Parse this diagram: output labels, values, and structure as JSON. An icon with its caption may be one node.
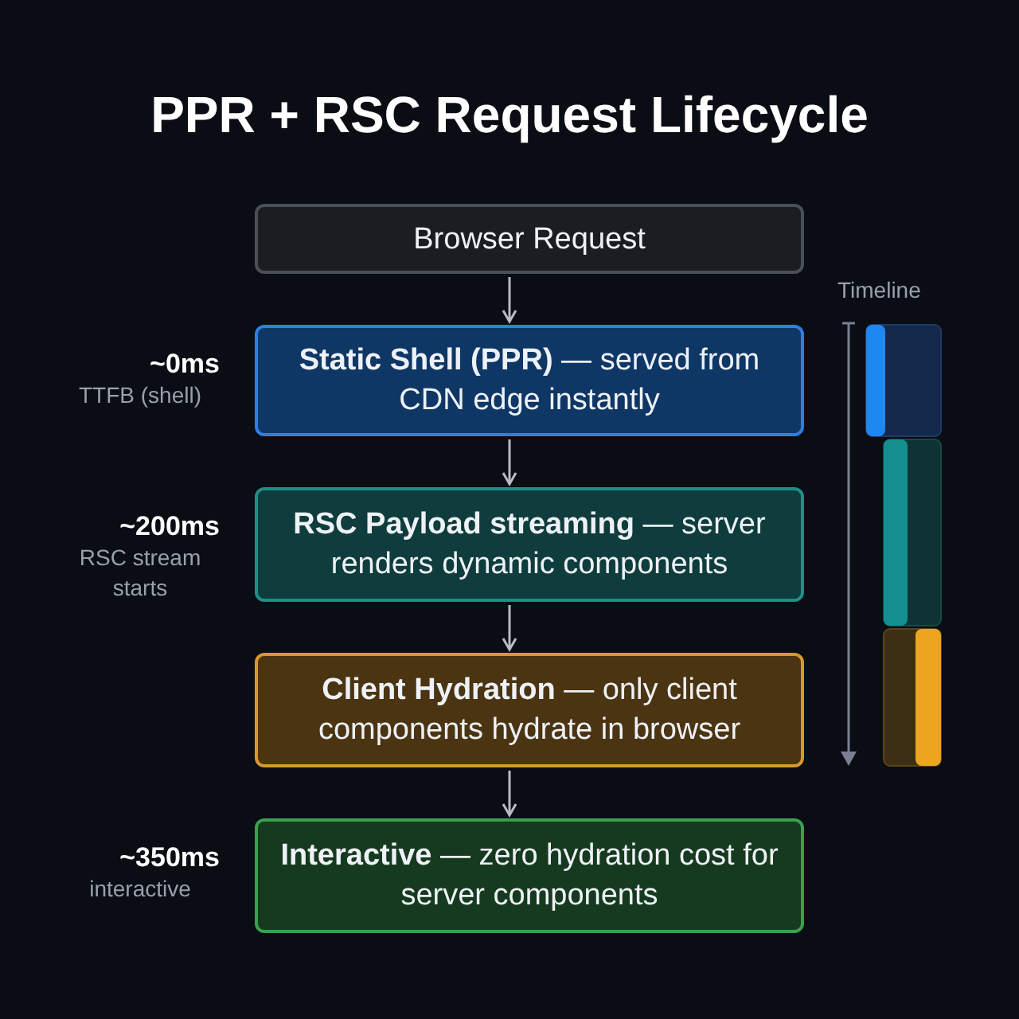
{
  "diagram": {
    "title": "PPR + RSC Request Lifecycle",
    "nodes": [
      {
        "text": [
          "Browser Request"
        ]
      },
      {
        "text": [
          "**Static Shell (PPR)** — served from CDN edge instantly"
        ],
        "beside": [
          "~0ms",
          "TTFB (shell)"
        ]
      },
      {
        "text": [
          "**RSC Payload streaming** — server renders dynamic components"
        ],
        "beside": [
          "~200ms",
          "RSC stream starts"
        ]
      },
      {
        "text": [
          "**Client Hydration** — only client components hydrate in browser"
        ]
      },
      {
        "text": [
          "**Interactive** — zero hydration cost for server components"
        ],
        "beside": [
          "~350ms",
          "interactive"
        ]
      }
    ],
    "edges": [
      {
        "from": 0,
        "to": 1,
        "arrow": "to"
      },
      {
        "from": 1,
        "to": 2,
        "arrow": "to"
      },
      {
        "from": 2,
        "to": 3,
        "arrow": "to"
      },
      {
        "from": 3,
        "to": 4,
        "arrow": "to"
      }
    ],
    "labels": [
      "Timeline"
    ]
  }
}
